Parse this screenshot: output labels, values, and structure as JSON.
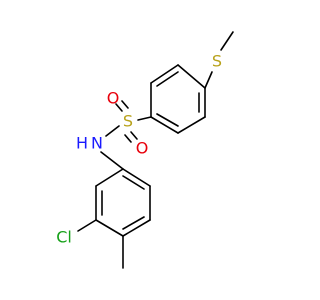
{
  "molecule": {
    "atoms": {
      "sulfur_thioether": {
        "symbol": "S",
        "color": "#b8a21b"
      },
      "sulfur_sulfonyl": {
        "symbol": "S",
        "color": "#b8a21b"
      },
      "oxygen_top": {
        "symbol": "O",
        "color": "#e8000b"
      },
      "oxygen_bottom": {
        "symbol": "O",
        "color": "#e8000b"
      },
      "nitrogen": {
        "symbol": "N",
        "color": "#1a1aff"
      },
      "nitrogen_h": {
        "symbol": "H",
        "color": "#1a1aff"
      },
      "chlorine": {
        "symbol": "Cl",
        "color": "#17a11a"
      }
    },
    "bond_color": "#000000"
  }
}
